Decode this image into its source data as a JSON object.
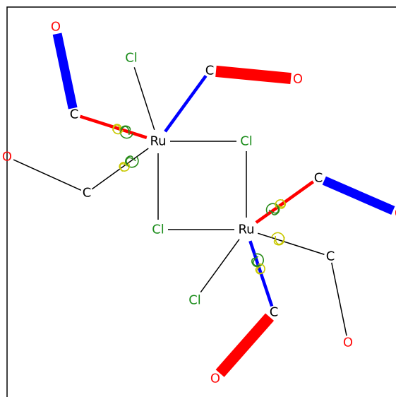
{
  "colors": {
    "metal": "#000000",
    "chlorine": "#1a8c1a",
    "carbon": "#000000",
    "oxygen": "#ff0d0d",
    "orbital_green": "#2a8c1a",
    "orbital_yellow": "#c8c800",
    "bond": "#000000",
    "highlight_blue": "#0000ff",
    "highlight_red": "#ff0000"
  },
  "atoms": [
    {
      "id": "Ru1",
      "label": "Ru",
      "element": "metal"
    },
    {
      "id": "Ru2",
      "label": "Ru",
      "element": "metal"
    },
    {
      "id": "Cl1",
      "label": "Cl",
      "element": "chlorine"
    },
    {
      "id": "Cl2",
      "label": "Cl",
      "element": "chlorine"
    },
    {
      "id": "Cl3",
      "label": "Cl",
      "element": "chlorine"
    },
    {
      "id": "Cl4",
      "label": "Cl",
      "element": "chlorine"
    },
    {
      "id": "C1",
      "label": "C",
      "element": "carbon"
    },
    {
      "id": "C2",
      "label": "C",
      "element": "carbon"
    },
    {
      "id": "C3",
      "label": "C",
      "element": "carbon"
    },
    {
      "id": "C4",
      "label": "C",
      "element": "carbon"
    },
    {
      "id": "C5",
      "label": "C",
      "element": "carbon"
    },
    {
      "id": "C6",
      "label": "C",
      "element": "carbon"
    },
    {
      "id": "O1",
      "label": "O",
      "element": "oxygen"
    },
    {
      "id": "O2",
      "label": "O",
      "element": "oxygen"
    },
    {
      "id": "O3",
      "label": "O",
      "element": "oxygen"
    },
    {
      "id": "O4",
      "label": "O",
      "element": "oxygen"
    },
    {
      "id": "O5",
      "label": "O",
      "element": "oxygen"
    },
    {
      "id": "O6",
      "label": "O",
      "element": "oxygen"
    }
  ],
  "bonds": [
    {
      "a": "Ru1",
      "b": "Cl1",
      "style": "plain"
    },
    {
      "a": "Ru1",
      "b": "Cl2",
      "style": "plain"
    },
    {
      "a": "Ru1",
      "b": "Cl3",
      "style": "plain"
    },
    {
      "a": "Ru2",
      "b": "Cl2",
      "style": "plain"
    },
    {
      "a": "Ru2",
      "b": "Cl3",
      "style": "plain"
    },
    {
      "a": "Ru2",
      "b": "Cl4",
      "style": "plain"
    },
    {
      "a": "Ru1",
      "b": "C1",
      "style": "red"
    },
    {
      "a": "Ru1",
      "b": "C2",
      "style": "blue"
    },
    {
      "a": "Ru1",
      "b": "C3",
      "style": "plain"
    },
    {
      "a": "Ru2",
      "b": "C4",
      "style": "red"
    },
    {
      "a": "Ru2",
      "b": "C5",
      "style": "plain"
    },
    {
      "a": "Ru2",
      "b": "C6",
      "style": "blue"
    },
    {
      "a": "C1",
      "b": "O1",
      "style": "blue-thick"
    },
    {
      "a": "C2",
      "b": "O2",
      "style": "red-thick"
    },
    {
      "a": "C3",
      "b": "O3",
      "style": "plain"
    },
    {
      "a": "C4",
      "b": "O4",
      "style": "blue-thick"
    },
    {
      "a": "C5",
      "b": "O5",
      "style": "plain"
    },
    {
      "a": "C6",
      "b": "O6",
      "style": "red-thick"
    }
  ],
  "orbital_markers": [
    {
      "bond": "Ru1-C1",
      "colors": [
        "orbital_green",
        "orbital_yellow"
      ]
    },
    {
      "bond": "Ru1-C3",
      "colors": [
        "orbital_green",
        "orbital_yellow"
      ]
    },
    {
      "bond": "Ru2-C4",
      "colors": [
        "orbital_green",
        "orbital_yellow"
      ]
    },
    {
      "bond": "Ru2-C5",
      "colors": [
        "orbital_yellow"
      ]
    },
    {
      "bond": "Ru2-C6",
      "colors": [
        "orbital_green",
        "orbital_yellow"
      ]
    }
  ]
}
